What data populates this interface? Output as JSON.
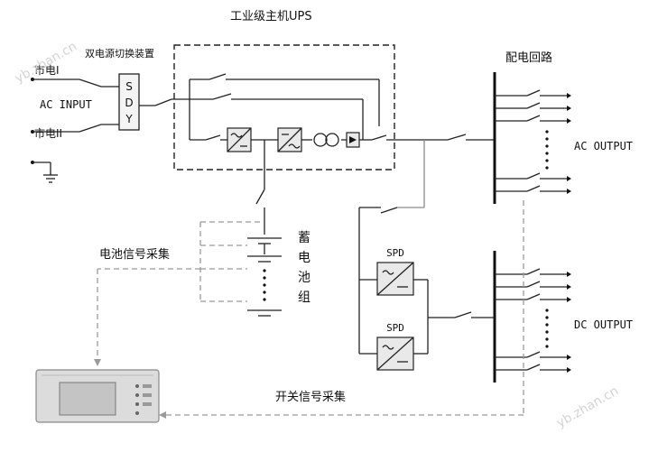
{
  "labels": {
    "ups_title": "工业级主机UPS",
    "transfer_device": "双电源切换装置",
    "mains_1": "市电I",
    "ac_input": "AC INPUT",
    "mains_2": "市电II",
    "sdy_chars": [
      "S",
      "D",
      "Y"
    ],
    "distribution": "配电回路",
    "ac_output": "AC OUTPUT",
    "dc_output": "DC OUTPUT",
    "spd_top": "SPD",
    "spd_bottom": "SPD",
    "battery_chars": [
      "蓄",
      "电",
      "池",
      "组"
    ],
    "battery_signal": "电池信号采集",
    "switch_signal": "开关信号采集"
  },
  "watermark": "yb.zhan.cn",
  "colors": {
    "line": "#222222",
    "signal_dashed": "#9a9a9a",
    "component_fill": "#e9e9e9",
    "monitor_body": "#dcdcdc",
    "monitor_screen": "#c4c4c4"
  }
}
